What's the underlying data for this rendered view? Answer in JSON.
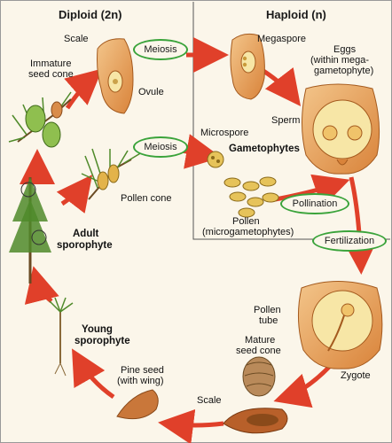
{
  "headers": {
    "diploid": "Diploid (2n)",
    "haploid": "Haploid (n)"
  },
  "processes": {
    "meiosis_top": "Meiosis",
    "meiosis_mid": "Meiosis",
    "pollination": "Pollination",
    "fertilization": "Fertilization"
  },
  "labels": {
    "scale_top": "Scale",
    "immature_cone_1": "Immature",
    "immature_cone_2": "seed cone",
    "ovule": "Ovule",
    "megaspore": "Megaspore",
    "eggs_1": "Eggs",
    "eggs_2": "(within mega-",
    "eggs_3": "gametophyte)",
    "sperm": "Sperm",
    "microspore": "Microspore",
    "gametophytes": "Gametophytes",
    "pollen_cone": "Pollen cone",
    "pollen_1": "Pollen",
    "pollen_2": "(microgametophytes)",
    "adult_1": "Adult",
    "adult_2": "sporophyte",
    "young_1": "Young",
    "young_2": "sporophyte",
    "pollen_tube_1": "Pollen",
    "pollen_tube_2": "tube",
    "mature_cone_1": "Mature",
    "mature_cone_2": "seed cone",
    "zygote": "Zygote",
    "pine_seed_1": "Pine seed",
    "pine_seed_2": "(with wing)",
    "scale_bottom": "Scale"
  },
  "colors": {
    "arrow": "#e0402a",
    "oval": "#3aa33a",
    "tissue": "#e9a35a",
    "gametophyte": "#f7e6a6"
  }
}
